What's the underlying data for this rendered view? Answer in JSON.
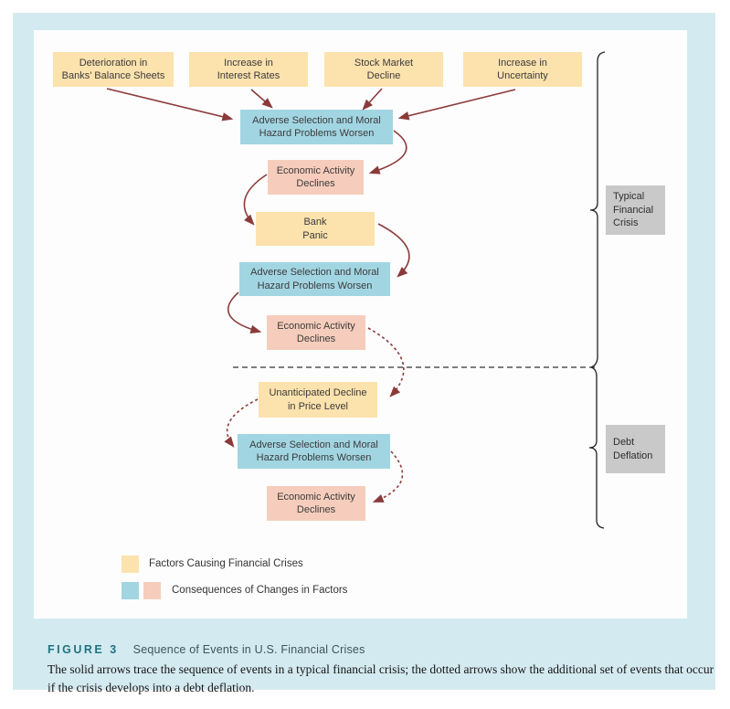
{
  "figure": {
    "label": "FIGURE 3",
    "title": "Sequence of Events in U.S. Financial Crises",
    "caption": "The solid arrows trace the sequence of events in a typical financial crisis; the dotted arrows show the additional set of events that occur if the crisis develops into a debt deflation."
  },
  "nodes": {
    "factor_deterioration": "Deterioration in\nBanks’ Balance Sheets",
    "factor_interest": "Increase in\nInterest Rates",
    "factor_stock": "Stock Market\nDecline",
    "factor_uncertainty": "Increase in\nUncertainty",
    "adverse_selection": "Adverse Selection and Moral\nHazard Problems Worsen",
    "economic_decline": "Economic Activity\nDeclines",
    "bank_panic": "Bank\nPanic",
    "price_decline": "Unanticipated Decline\nin Price Level"
  },
  "brackets": {
    "typical_crisis": "Typical\nFinancial\nCrisis",
    "debt_deflation": "Debt\nDeflation"
  },
  "legend": {
    "factors": "Factors Causing Financial Crises",
    "consequences": "Consequences of Changes in Factors"
  },
  "colors": {
    "page_bg": "#d4eaf1",
    "panel_bg": "#fdfdfd",
    "factor_box": "#fce2ad",
    "consequence_blue": "#a2d5e2",
    "consequence_pink": "#f6cdbc",
    "label_gray": "#c9c9c9",
    "arrow": "#8b3a3a",
    "figure_label_teal": "#1e737f"
  }
}
